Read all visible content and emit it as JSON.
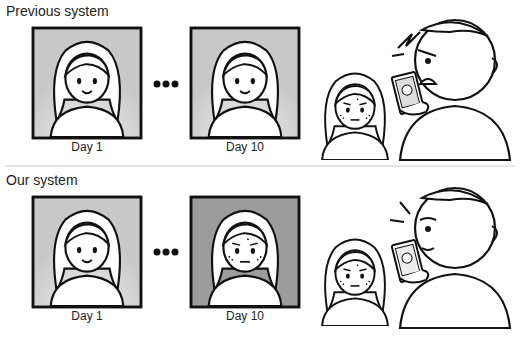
{
  "diagram": {
    "labels": [
      "Previous system",
      "Day 1",
      "Day 10",
      "Our system",
      "Day 1",
      "Day 10"
    ]
  }
}
